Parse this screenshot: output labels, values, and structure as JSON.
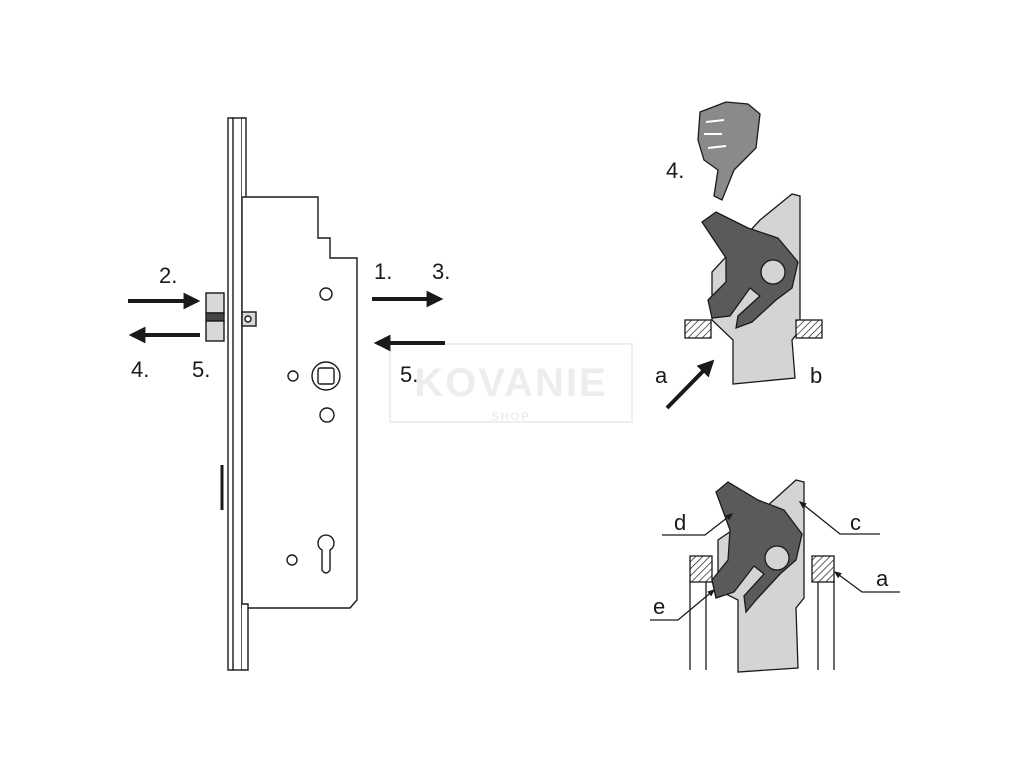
{
  "watermark": {
    "brand": "KOVANIE",
    "sub": "SHOP"
  },
  "lock_labels": {
    "step1": "1.",
    "step2": "2.",
    "step3": "3.",
    "step4": "4.",
    "step5": "5."
  },
  "top_detail": {
    "step4": "4.",
    "label_a": "a",
    "label_b": "b"
  },
  "bottom_detail": {
    "label_a": "a",
    "label_c": "c",
    "label_d": "d",
    "label_e": "e"
  },
  "colors": {
    "outline": "#1a1a1a",
    "plate": "#ffffff",
    "latch_gray": "#d2d2d2",
    "dark_part": "#5a5a5a",
    "hand": "#8a8a8a"
  }
}
